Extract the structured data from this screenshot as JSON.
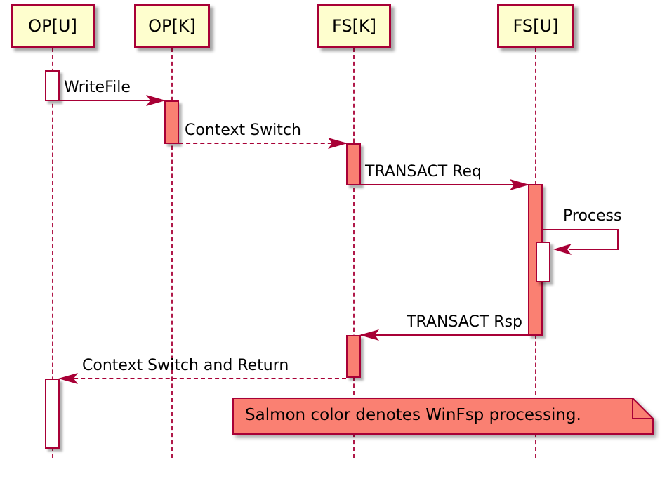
{
  "participants": [
    {
      "id": "op-u",
      "label": "OP[U]"
    },
    {
      "id": "op-k",
      "label": "OP[K]"
    },
    {
      "id": "fs-k",
      "label": "FS[K]"
    },
    {
      "id": "fs-u",
      "label": "FS[U]"
    }
  ],
  "messages": [
    {
      "label": "WriteFile",
      "from": "op-u",
      "to": "op-k",
      "line": "solid",
      "kind": "call"
    },
    {
      "label": "Context Switch",
      "from": "op-k",
      "to": "fs-k",
      "line": "dashed",
      "kind": "call"
    },
    {
      "label": "TRANSACT Req",
      "from": "fs-k",
      "to": "fs-u",
      "line": "solid",
      "kind": "call"
    },
    {
      "label": "Process",
      "from": "fs-u",
      "to": "fs-u",
      "line": "solid",
      "kind": "self"
    },
    {
      "label": "TRANSACT Rsp",
      "from": "fs-u",
      "to": "fs-k",
      "line": "solid",
      "kind": "return"
    },
    {
      "label": "Context Switch and Return",
      "from": "fs-k",
      "to": "op-u",
      "line": "dashed",
      "kind": "return"
    }
  ],
  "note": {
    "text": "Salmon color denotes WinFsp processing."
  },
  "colors": {
    "border_crimson": "#A80036",
    "participant_fill": "#FEFECE",
    "salmon_fill": "#FA8072",
    "activation_white": "#FFFFFF",
    "background": "#FFFFFF",
    "text": "#000000"
  }
}
